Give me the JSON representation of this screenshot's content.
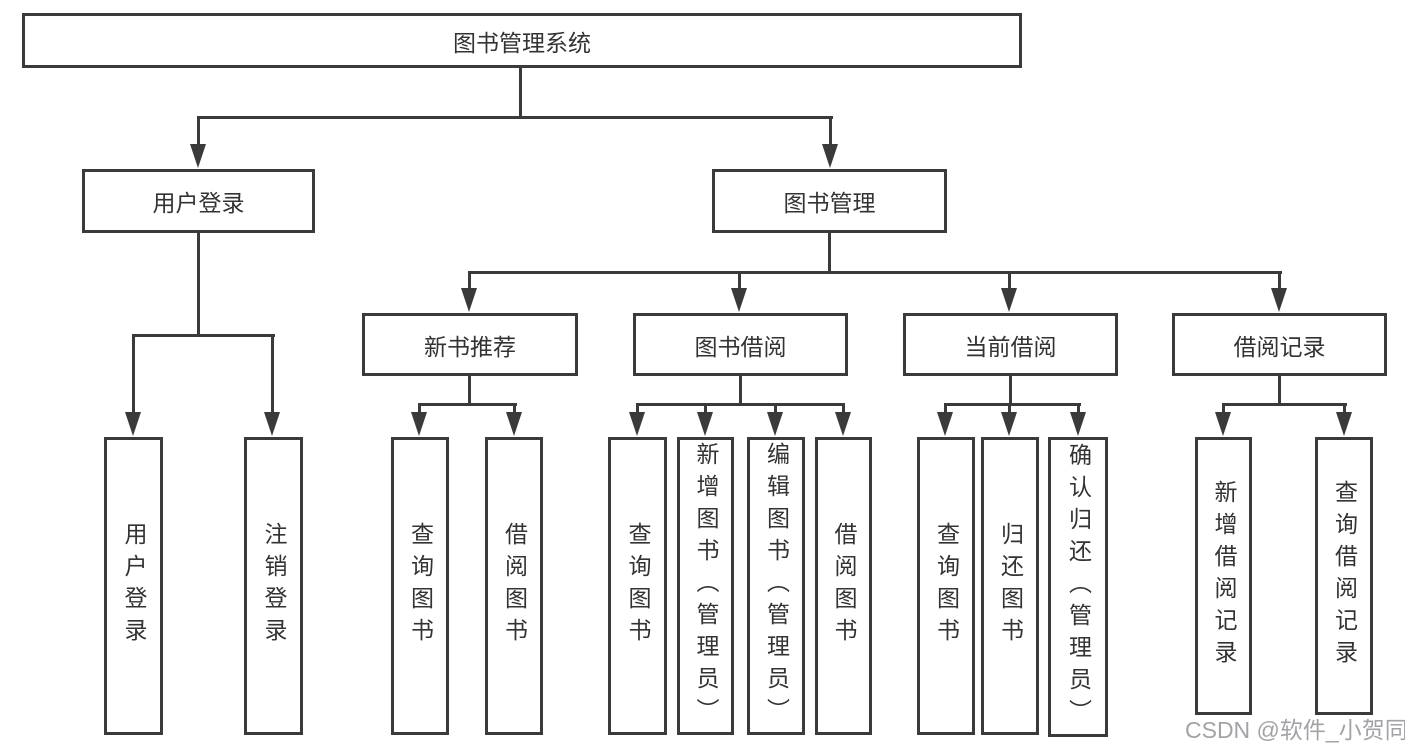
{
  "title": "图书管理系统",
  "level2": {
    "user_login": "用户登录",
    "book_mgmt": "图书管理"
  },
  "level3": {
    "new_books": "新书推荐",
    "borrow": "图书借阅",
    "current": "当前借阅",
    "records": "借阅记录"
  },
  "leaves": {
    "user_login": [
      "用户登录",
      "注销登录"
    ],
    "new_books": [
      "查询图书",
      "借阅图书"
    ],
    "borrow": [
      "查询图书",
      "新增图书（管理员）",
      "编辑图书（管理员）",
      "借阅图书"
    ],
    "current": [
      "查询图书",
      "归还图书",
      "确认归还（管理员）"
    ],
    "records": [
      "新增借阅记录",
      "查询借阅记录"
    ]
  },
  "watermark": "CSDN @软件_小贺同学",
  "colors": {
    "line": "#3a3a3a",
    "text": "#333333",
    "background": "#ffffff",
    "watermark": "#9a9aa0"
  }
}
